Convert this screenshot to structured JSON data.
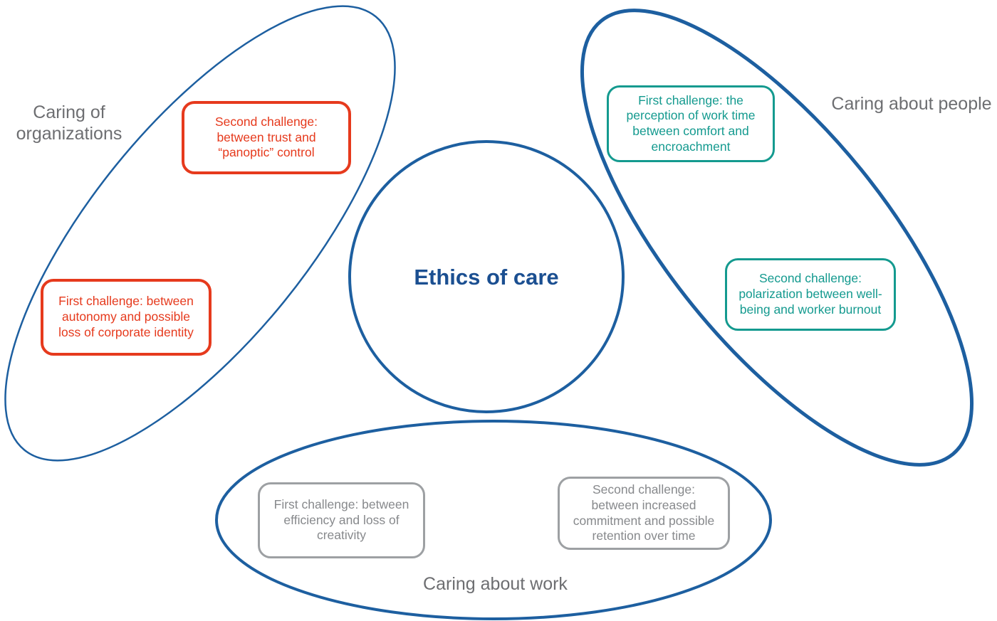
{
  "colors": {
    "ellipse_stroke": "#1d5fa0",
    "center_text": "#1b4f91",
    "org_accent": "#e63a1d",
    "people_accent": "#149a8f",
    "work_border": "#9da0a3",
    "work_text": "#87898c",
    "label_text": "#6d6e71"
  },
  "center": {
    "label": "Ethics of care"
  },
  "groups": {
    "organizations": {
      "label": "Caring of organizations",
      "second_challenge": "Second challenge: between trust and “panoptic” control",
      "first_challenge": "First challenge: between autonomy and possible loss of corporate identity"
    },
    "people": {
      "label": "Caring about people",
      "first_challenge": "First challenge: the perception of work time between comfort and encroachment",
      "second_challenge": "Second challenge: polarization between well-being and worker burnout"
    },
    "work": {
      "label": "Caring about work",
      "first_challenge": "First challenge: between efficiency and loss of creativity",
      "second_challenge": "Second challenge: between increased commitment and possible retention over time"
    }
  }
}
